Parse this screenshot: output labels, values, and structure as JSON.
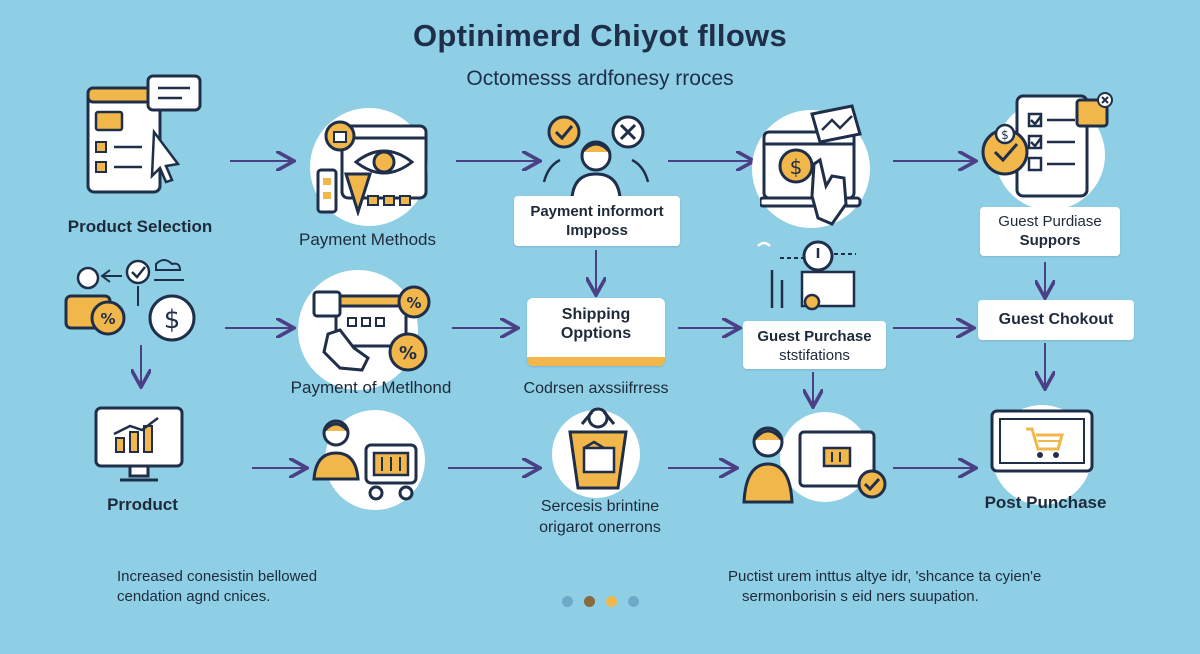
{
  "header": {
    "title": "Optinimerd Chiyot fllows",
    "subtitle": "Octomesss ardfonesy rroces"
  },
  "row1": {
    "product_selection": "Product Selection",
    "payment_methods": "Payment Methods",
    "payment_info_box": [
      "Payment informort",
      "Impposs"
    ],
    "guest_purchase_support_box": [
      "Guest Purdiase",
      "Suppors"
    ]
  },
  "row2": {
    "shipping_options_box": [
      "Shipping",
      "Opptions"
    ],
    "payment_of_method": "Payment of Metlhond",
    "codrsen_label": "Codrsen axssiifrress",
    "guest_purchase_stat_box": [
      "Guest Purchase",
      "ststifations"
    ],
    "guest_checkout_box": "Guest Chokout"
  },
  "row3": {
    "product": "Prroduct",
    "secure_options": [
      "Sercesis brintine",
      "origarot onerrons"
    ],
    "post_purchase": "Post Punchase"
  },
  "footer": {
    "left_note": [
      "Increased conesistin bellowed",
      "cendation agnd cnices."
    ],
    "right_note": [
      "Puctist urem inttus altye idr, 'shcance ta cyien'e",
      "sermonborisin s eid ners suupation."
    ]
  },
  "pagination": {
    "dots": [
      "#6fa9c8",
      "#8a6a3c",
      "#f2b74a",
      "#6fa9c8"
    ]
  },
  "colors": {
    "background": "#8ecfe6",
    "accent": "#f2b74a",
    "arrow": "#4b3f86",
    "ink": "#1e2a3a"
  }
}
